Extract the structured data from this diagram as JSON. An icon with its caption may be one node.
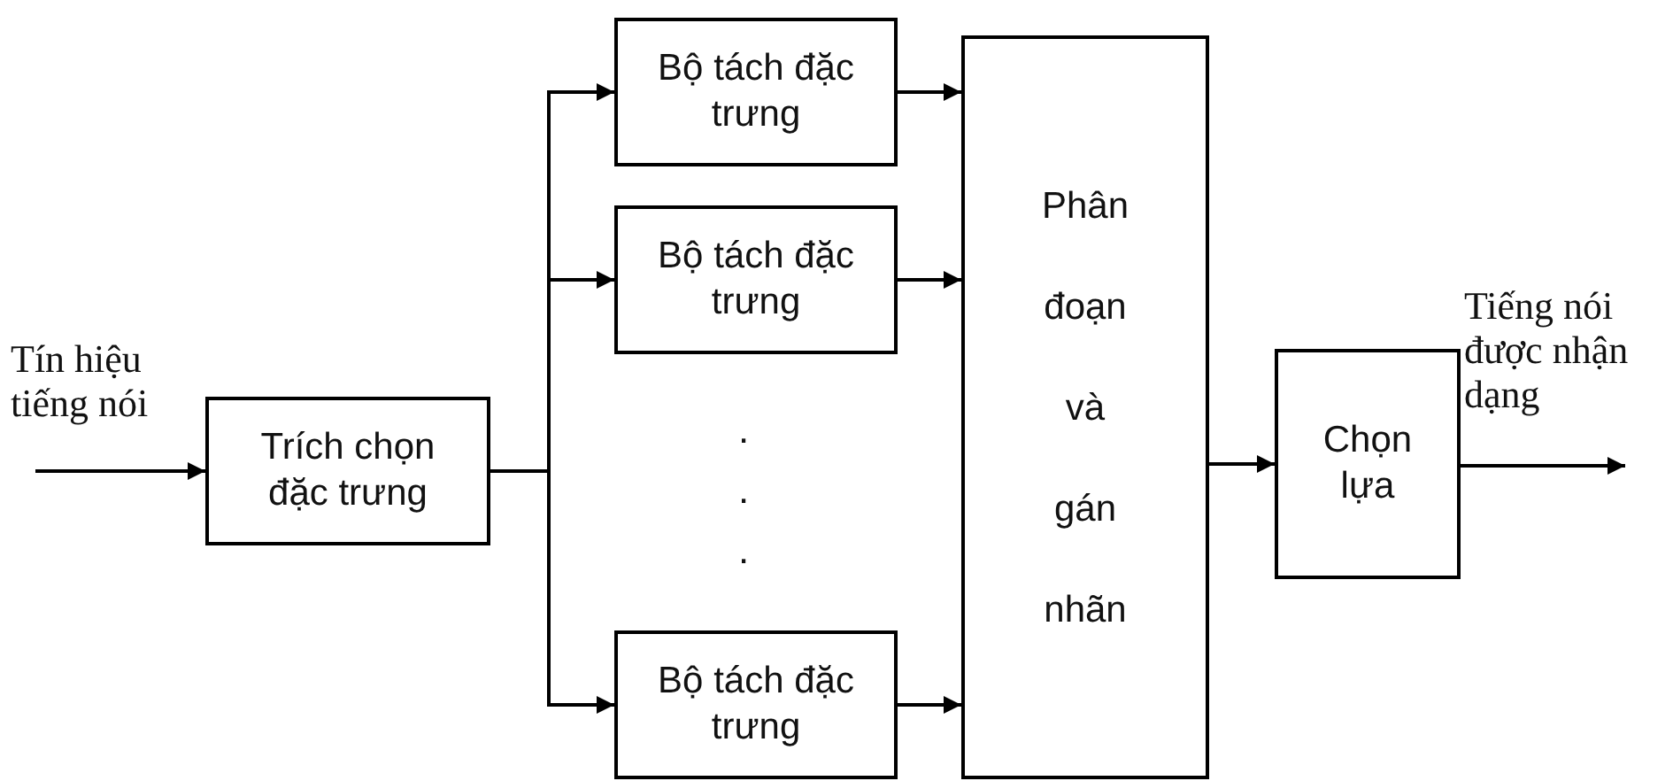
{
  "diagram": {
    "nodes": [
      {
        "text": [
          "Trích chọn đặc trưng"
        ]
      },
      {
        "text": [
          "Bộ tách đặc trưng"
        ]
      },
      {
        "text": [
          "Bộ tách đặc trưng"
        ]
      },
      {
        "text": [
          "Bộ tách đặc trưng"
        ]
      },
      {
        "text": [
          "Phân đoạn và gán nhãn"
        ]
      },
      {
        "text": [
          "Chọn lựa"
        ]
      }
    ],
    "edges": [
      {
        "from": null,
        "to": 0,
        "arrow": "to"
      },
      {
        "from": 0,
        "to": 1,
        "arrow": "to"
      },
      {
        "from": 0,
        "to": 2,
        "arrow": "to"
      },
      {
        "from": 0,
        "to": 3,
        "arrow": "to"
      },
      {
        "from": 1,
        "to": 4,
        "arrow": "to"
      },
      {
        "from": 2,
        "to": 4,
        "arrow": "to"
      },
      {
        "from": 3,
        "to": 4,
        "arrow": "to"
      },
      {
        "from": 4,
        "to": 5,
        "arrow": "to"
      },
      {
        "from": 5,
        "to": null,
        "arrow": "to"
      }
    ],
    "labels": [
      "Tín hiệu tiếng nói",
      "Tiếng nói được nhận dạng",
      ".",
      ".",
      "."
    ]
  }
}
